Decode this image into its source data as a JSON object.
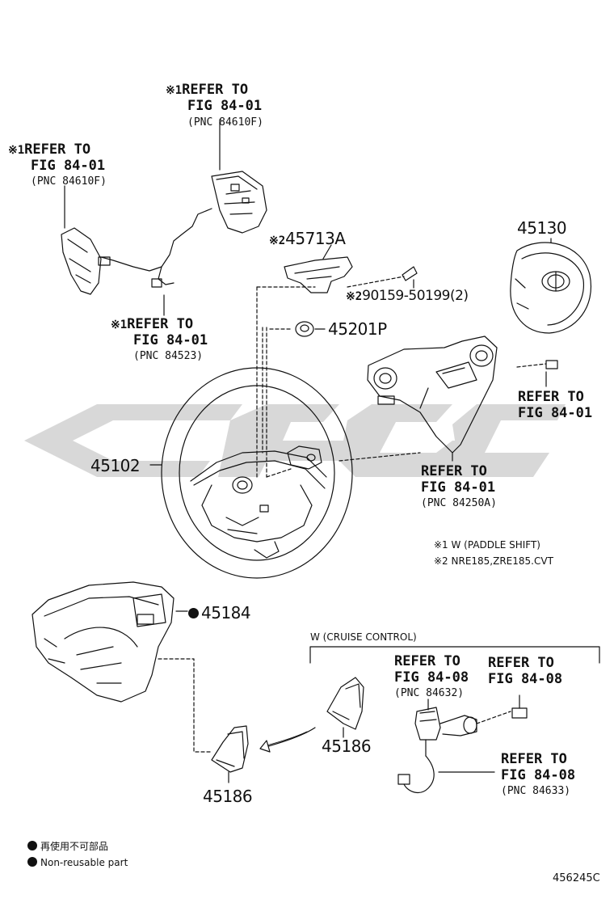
{
  "figure_id": "456245C",
  "marks": {
    "note1": "※1",
    "note2": "※2"
  },
  "labels": {
    "refer_paddle_top": {
      "line1": "REFER TO",
      "line2": "FIG 84-01",
      "line3": "(PNC 84610F)"
    },
    "refer_paddle_left": {
      "line1": "REFER TO",
      "line2": "FIG 84-01",
      "line3": "(PNC 84610F)"
    },
    "refer_wire": {
      "line1": "REFER TO",
      "line2": "FIG 84-01",
      "line3": "(PNC 84523)"
    },
    "refer_switch_right": {
      "line1": "REFER TO",
      "line2": "FIG 84-01"
    },
    "refer_switch_assy": {
      "line1": "REFER TO",
      "line2": "FIG 84-01",
      "line3": "(PNC 84250A)"
    },
    "refer_cruise_1": {
      "line1": "REFER TO",
      "line2": "FIG 84-08",
      "line3": "(PNC 84632)"
    },
    "refer_cruise_2": {
      "line1": "REFER TO",
      "line2": "FIG 84-08"
    },
    "refer_cruise_3": {
      "line1": "REFER TO",
      "line2": "FIG 84-08",
      "line3": "(PNC 84633)"
    }
  },
  "parts": {
    "p45713A": "45713A",
    "p90159": "90159-50199(2)",
    "p45201P": "45201P",
    "p45130": "45130",
    "p45102": "45102",
    "p45184": "45184",
    "p45186a": "45186",
    "p45186b": "45186"
  },
  "notes": {
    "n1": "※1 W (PADDLE SHIFT)",
    "n2": "※2 NRE185,ZRE185.CVT"
  },
  "cruise_group": "W (CRUISE CONTROL)",
  "legend": {
    "jp": "再使用不可部品",
    "en": "Non-reusable part"
  }
}
